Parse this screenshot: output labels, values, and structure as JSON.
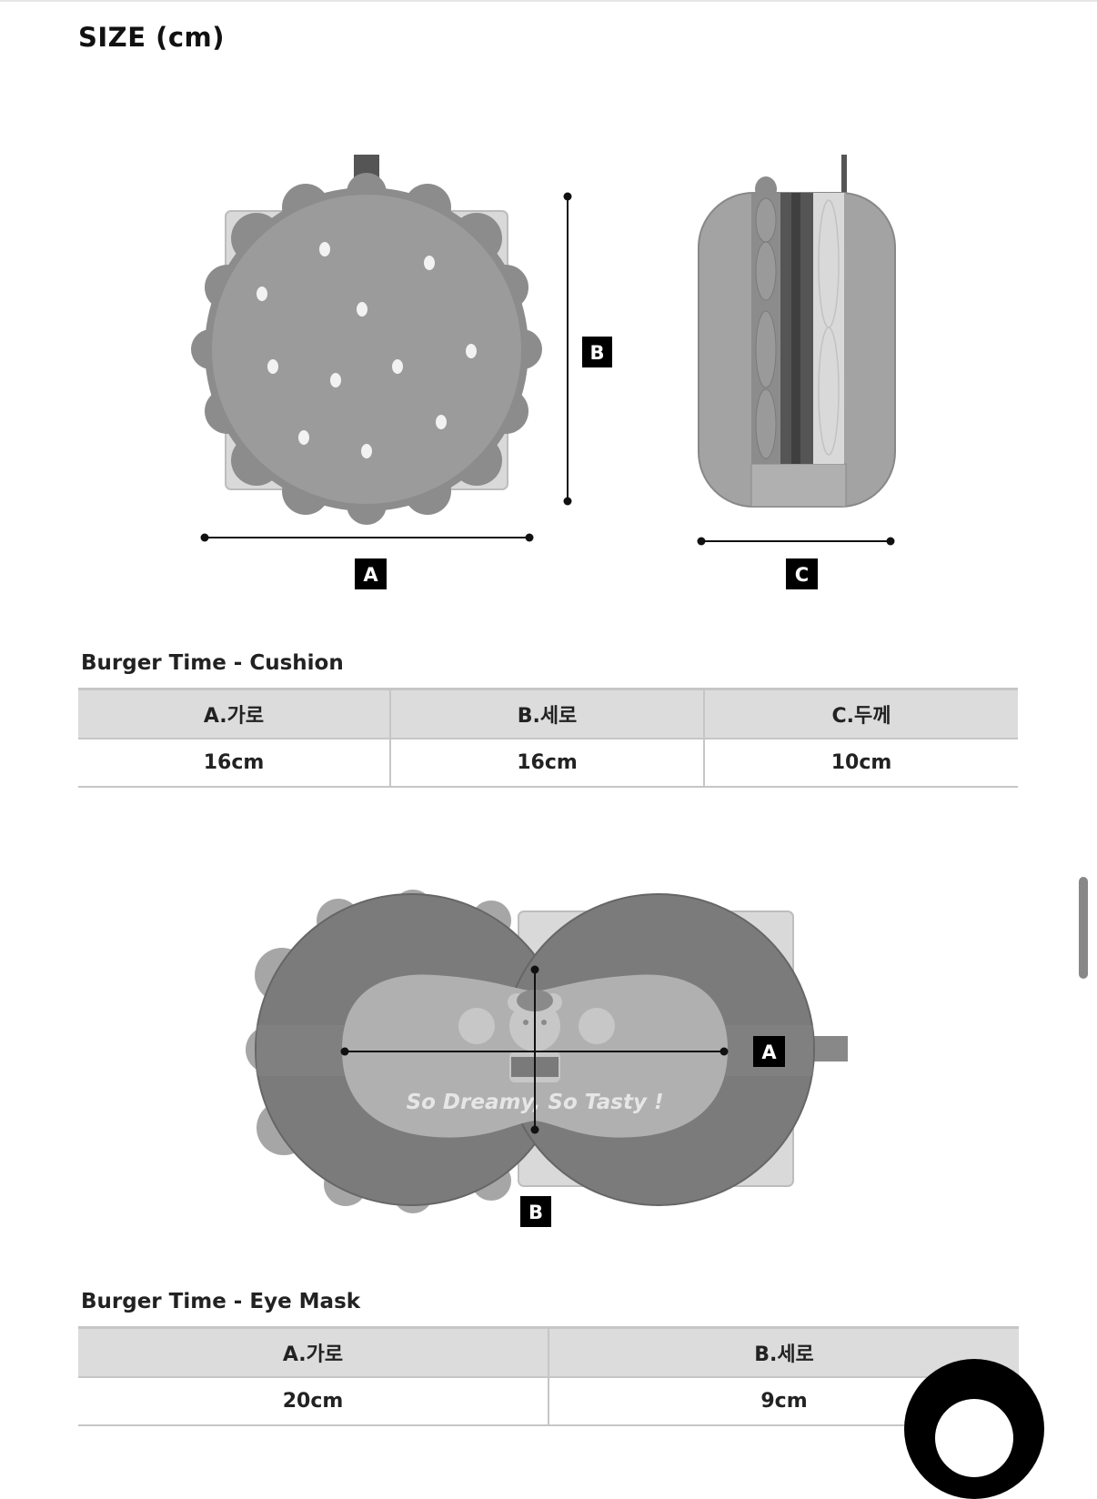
{
  "page_title": "SIZE (cm)",
  "diagram_labels": {
    "a": "A",
    "b": "B",
    "c": "C"
  },
  "mask_print_text": "So Dreamy, So Tasty !",
  "cushion": {
    "title": "Burger Time - Cushion",
    "headers": [
      "A.가로",
      "B.세로",
      "C.두께"
    ],
    "values": [
      "16cm",
      "16cm",
      "10cm"
    ]
  },
  "eye_mask": {
    "title": "Burger Time - Eye Mask",
    "headers": [
      "A.가로",
      "B.세로"
    ],
    "values": [
      "20cm",
      "9cm"
    ]
  },
  "colors": {
    "table_header_bg": "#dcdcdc",
    "illustration_gray": "#9a9a9a",
    "dark_gray": "#6e6e6e"
  },
  "icons": {
    "floating_button": "chat-icon"
  }
}
